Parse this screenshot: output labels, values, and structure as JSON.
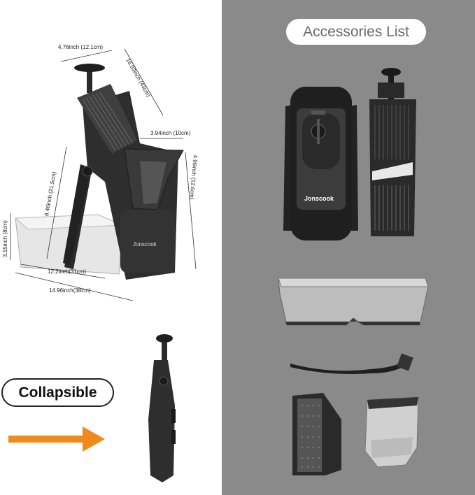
{
  "accessories_label": "Accessories List",
  "collapsible_label": "Collapsible",
  "brand": "Jonscook",
  "dimensions": {
    "top_width": "4.76inch (12.1cm)",
    "height": "16.93inch (43cm)",
    "hopper_width": "3.94inch (10cm)",
    "hopper_height": "4.96inch (12.6cm)",
    "inner_height": "8.46inch (21.5cm)",
    "tray_height": "3.15inch (8cm)",
    "base_depth": "12.2inch(31cm)",
    "overall_depth": "14.96inch(38cm)"
  },
  "colors": {
    "right_bg": "#8a8a8a",
    "arrow": "#f08a1c",
    "body": "#2e2e2e"
  }
}
